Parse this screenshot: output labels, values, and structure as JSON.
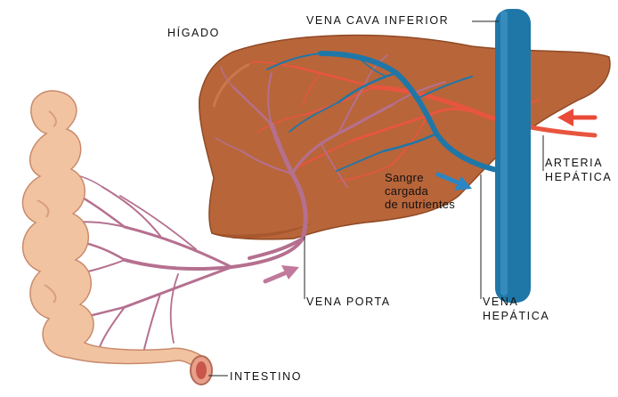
{
  "labels": {
    "liver": "HÍGADO",
    "ivc": "VENA CAVA INFERIOR",
    "hepatic_artery_line1": "ARTERIA",
    "hepatic_artery_line2": "HEPÁTICA",
    "nutrient_blood_line1": "Sangre",
    "nutrient_blood_line2": "cargada",
    "nutrient_blood_line3": "de nutrientes",
    "portal_vein": "VENA PORTA",
    "hepatic_vein_line1": "VENA",
    "hepatic_vein_line2": "HEPÁTICA",
    "intestine": "INTESTINO"
  },
  "colors": {
    "liver": "#b8653a",
    "liver_shade": "#9c4f28",
    "vein_blue": "#1f77a8",
    "artery_red": "#e8553f",
    "portal_purple": "#b5708f",
    "intestine": "#f2c3a1",
    "intestine_shade": "#d99e80",
    "arrow_red": "#ea4a38",
    "arrow_blue": "#2b86c3",
    "arrow_purple": "#c07a9b"
  }
}
